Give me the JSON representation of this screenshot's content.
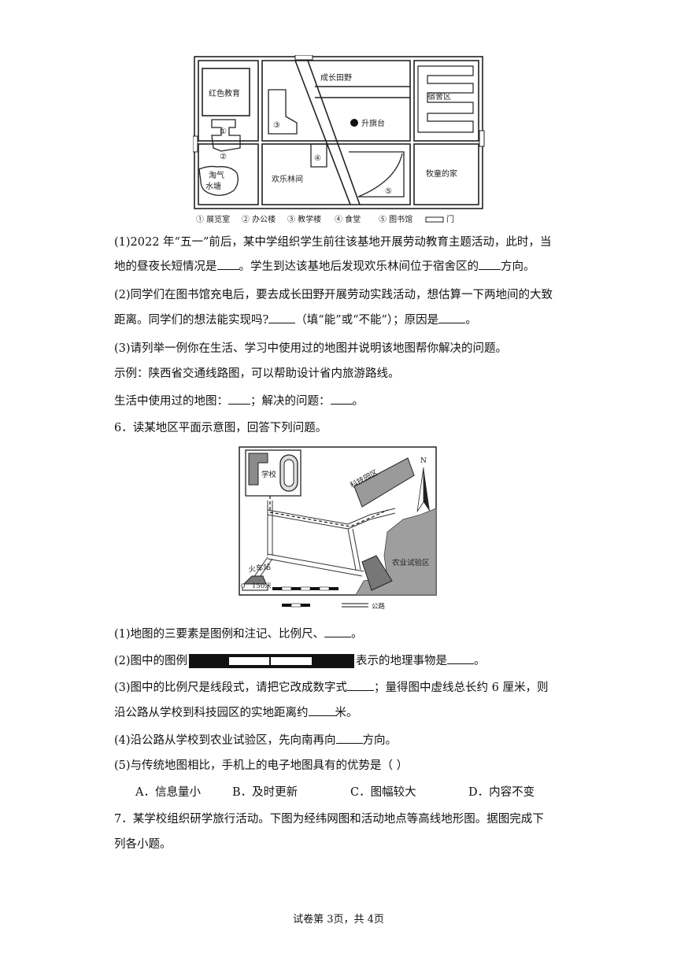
{
  "map1": {
    "red_education": "红色教育",
    "growth_field": "成长田野",
    "dormitory": "宿舍区",
    "flag_platform": "升旗台",
    "happy_forest": "欢乐林间",
    "herdsman_home": "牧童的家",
    "pond": [
      "淘气",
      "水塘"
    ],
    "markers": [
      "①",
      "②",
      "③",
      "④",
      "⑤"
    ],
    "legend": [
      "① 展览室",
      "② 办公楼",
      "③ 教学楼",
      "④ 食堂",
      "⑤ 图书馆"
    ],
    "legend_gate": "门"
  },
  "q5": {
    "p1a": "(1)2022 年“五一”前后，某中学组织学生前往该基地开展劳动教育主题活动，此时，当",
    "p1b_pre": "地的昼夜长短情况是",
    "p1b_mid": "。学生到达该基地后发现欢乐林间位于宿舍区的",
    "p1b_post": "方向。",
    "p2a": "(2)同学们在图书馆充电后，要去成长田野开展劳动实践活动，想估算一下两地间的大致",
    "p2b_pre": "距离。同学们的想法能实现吗?",
    "p2b_mid": "（填“能”或“不能”）；原因是",
    "p2b_post": "。",
    "p3": "(3)请列举一例你在生活、学习中使用过的地图并说明该地图帮你解决的问题。",
    "example": "示例：陕西省交通线路图，可以帮助设计省内旅游路线。",
    "life_pre": "生活中使用过的地图：",
    "life_mid": "；解决的问题：",
    "life_post": "。"
  },
  "q6": {
    "title": "6．读某地区平面示意图，回答下列问题。",
    "map": {
      "school": "学校",
      "tech_park": "科技园区",
      "farm": "农业试验区",
      "station": "火车站",
      "north": "N",
      "scale_zero": "0",
      "scale_len": "150米",
      "road": "公路"
    },
    "p1_pre": "(1)地图的三要素是图例和注记、比例尺、",
    "p1_post": "。",
    "p2_pre": "(2)图中的图例",
    "p2_post": "表示的地理事物是",
    "p2_end": "。",
    "p3a_pre": "(3)图中的比例尺是线段式，请把它改成数字式",
    "p3a_post": "；量得图中虚线总长约 6 厘米，则",
    "p3b_pre": "沿公路从学校到科技园区的实地距离约",
    "p3b_post": "米。",
    "p4_pre": "(4)沿公路从学校到农业试验区，先向南再向",
    "p4_post": "方向。",
    "p5": "(5)与传统地图相比，手机上的电子地图具有的优势是（    ）",
    "options": [
      "A．信息量小",
      "B．及时更新",
      "C．图幅较大",
      "D．内容不变"
    ]
  },
  "q7": {
    "line1": "7．某学校组织研学旅行活动。下图为经纬网图和活动地点等高线地形图。据图完成下",
    "line2": "列各小题。"
  },
  "footer": "试卷第 3页，共 4页"
}
